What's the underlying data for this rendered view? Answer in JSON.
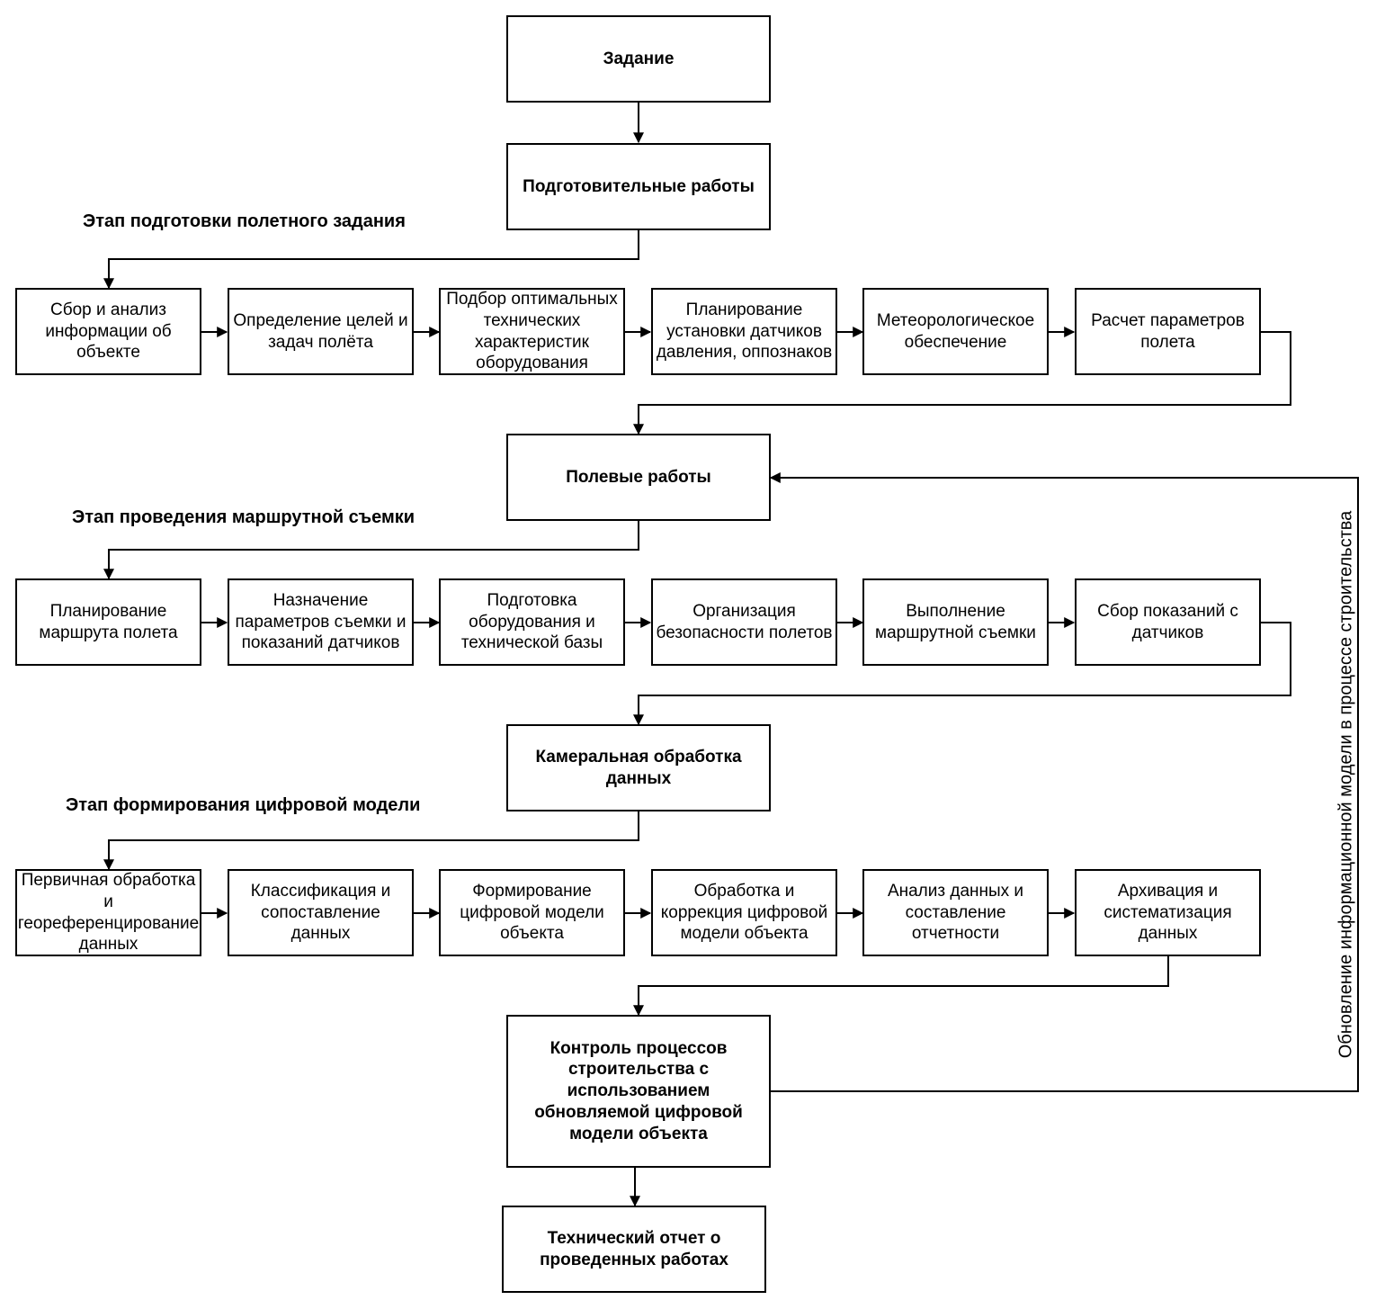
{
  "main_steps": {
    "task": "Задание",
    "prep": "Подготовительные работы",
    "field": "Полевые работы",
    "office": "Камеральная обработка\nданных",
    "control": "Контроль процессов\nстроительства с\nиспользованием\nобновляемой цифровой\nмодели объекта",
    "report": "Технический отчет о\nпроведенных работах"
  },
  "stages": {
    "stage1": "Этап подготовки полетного задания",
    "stage2": "Этап проведения маршрутной съемки",
    "stage3": "Этап формирования цифровой модели"
  },
  "row1": [
    "Сбор и анализ\nинформации об\nобъекте",
    "Определение целей и\nзадач полёта",
    "Подбор оптимальных\nтехнических\nхарактеристик\nоборудования",
    "Планирование\nустановки датчиков\nдавления, оппознаков",
    "Метеорологическое\nобеспечение",
    "Расчет параметров\nполета"
  ],
  "row2": [
    "Планирование\nмаршрута полета",
    "Назначение\nпараметров съемки и\nпоказаний датчиков",
    "Подготовка\nоборудования и\nтехнической базы",
    "Организация\nбезопасности полетов",
    "Выполнение\nмаршрутной съемки",
    "Сбор показаний с\nдатчиков"
  ],
  "row3": [
    "Первичная обработка\nи\nгеореференцирование\nданных",
    "Классификация и\nсопоставление\nданных",
    "Формирование\nцифровой модели\nобъекта",
    "Обработка и\nкоррекция цифровой\nмодели объекта",
    "Анализ данных и\nсоставление\nотчетности",
    "Архивация и\nсистематизация\nданных"
  ],
  "feedback_label": "Обновление информационной модели в процессе строительства"
}
